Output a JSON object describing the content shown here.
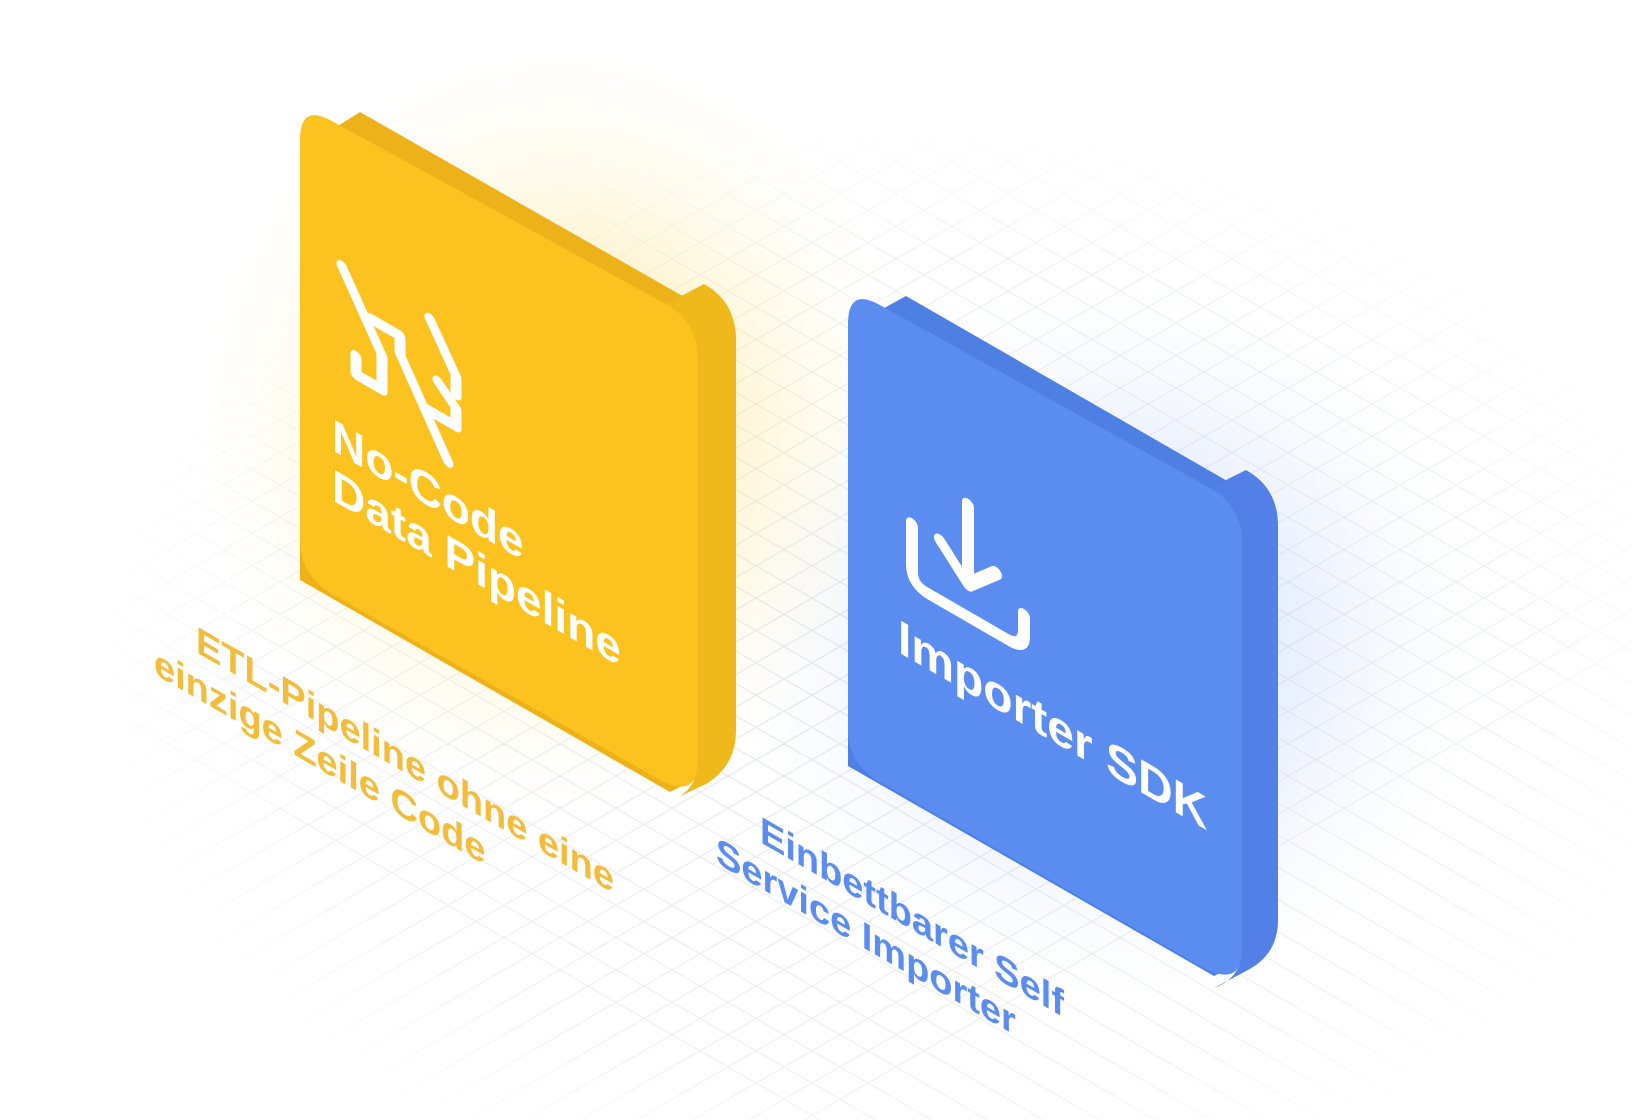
{
  "tiles": [
    {
      "id": "pipeline",
      "icon": "pipeline-icon",
      "title_line1": "No-Code",
      "title_line2": "Data Pipeline",
      "caption_line1": "ETL-Pipeline ohne eine",
      "caption_line2": "einzige Zeile Code",
      "color": "#FCC21F",
      "caption_color": "#F3BC3A"
    },
    {
      "id": "importer",
      "icon": "download-icon",
      "title_line1": "Importer SDK",
      "caption_line1": "Einbettbarer Self",
      "caption_line2": "Service Importer",
      "color": "#5B8DF0",
      "caption_color": "#5B8DF0"
    }
  ]
}
